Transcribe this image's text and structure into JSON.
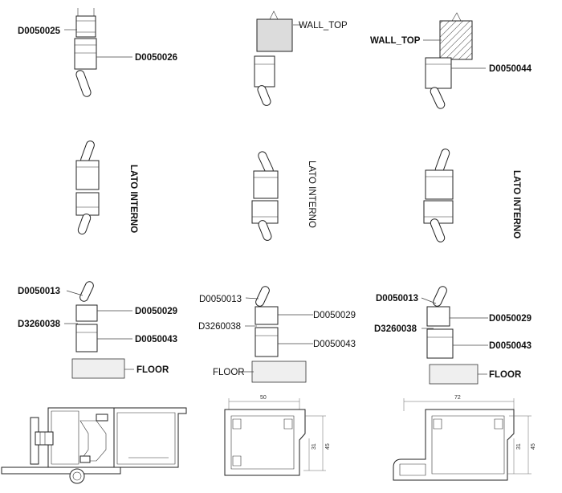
{
  "labels": {
    "d0050025": "D0050025",
    "d0050026": "D0050026",
    "wall_top": "WALL_TOP",
    "d0050044": "D0050044",
    "lato_interno": "LATO INTERNO",
    "d0050013": "D0050013",
    "d0050029": "D0050029",
    "d3260038": "D3260038",
    "d0050043": "D0050043",
    "floor": "FLOOR"
  },
  "dimensions": {
    "section2_width": "50",
    "section2_h1": "31",
    "section2_h2": "45",
    "section3_width": "72",
    "section3_h1": "31",
    "section3_h2": "45"
  }
}
